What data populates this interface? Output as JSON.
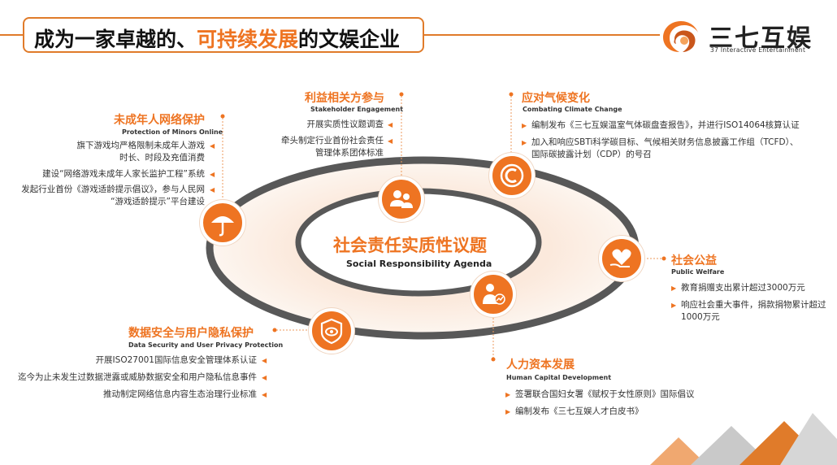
{
  "header": {
    "title_part1": "成为一家卓越的、",
    "title_highlight": "可持续发展",
    "title_part2": "的文娱企业"
  },
  "logo": {
    "name": "三七互娱",
    "subtitle": "37 Interactive Entertainment"
  },
  "center": {
    "title": "社会责任实质性议题",
    "subtitle": "Social Responsibility Agenda"
  },
  "sections": {
    "minors": {
      "title": "未成年人网络保护",
      "subtitle": "Protection of Minors Online",
      "items": [
        "旗下游戏均严格限制未成年人游戏\n时长、时段及充值消费",
        "建设“网络游戏未成年人家长监护工程”系统",
        "发起行业首份《游戏适龄提示倡议》，参与人民网\n“游戏适龄提示”平台建设"
      ]
    },
    "stakeholder": {
      "title": "利益相关方参与",
      "subtitle": "Stakeholder Engagement",
      "items": [
        "开展实质性议题调查",
        "牵头制定行业首份社会责任\n管理体系团体标准"
      ]
    },
    "climate": {
      "title": "应对气候变化",
      "subtitle": "Combating Climate Change",
      "items": [
        "编制发布《三七互娱温室气体碳盘查报告》，并进行ISO14064核算认证",
        "加入和响应SBTi科学碳目标、气候相关财务信息披露工作组（TCFD）、\n国际碳披露计划（CDP）的号召"
      ]
    },
    "welfare": {
      "title": "社会公益",
      "subtitle": "Public Welfare",
      "items": [
        "教育捐赠支出累计超过3000万元",
        "响应社会重大事件，捐款捐物累计超过\n1000万元"
      ]
    },
    "human": {
      "title": "人力资本发展",
      "subtitle": "Human Capital Development",
      "items": [
        "签署联合国妇女署《赋权于女性原则》国际倡议",
        "编制发布《三七互娱人才白皮书》"
      ]
    },
    "data": {
      "title": "数据安全与用户隐私保护",
      "subtitle": "Data Security and User Privacy Protection",
      "items": [
        "开展ISO27001国际信息安全管理体系认证",
        "迄今为止未发生过数据泄露或威胁数据安全和用户隐私信息事件",
        "推动制定网络信息内容生态治理行业标准"
      ]
    }
  },
  "colors": {
    "accent": "#ee7422",
    "ring_dark": "#555555",
    "ring_light": "#f8ece2"
  },
  "icons": [
    "umbrella-icon",
    "people-icon",
    "climate-c-icon",
    "heart-hand-icon",
    "person-chart-icon",
    "security-eye-icon"
  ]
}
